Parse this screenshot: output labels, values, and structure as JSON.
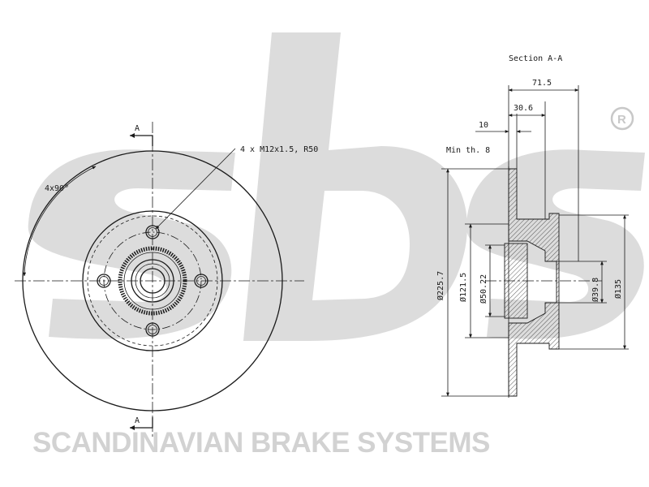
{
  "watermark": {
    "brand_text": "SCANDINAVIAN BRAKE SYSTEMS",
    "registered_mark": "R"
  },
  "front_view": {
    "section_label_top": "A",
    "section_label_bottom": "A",
    "bolt_callout": "4 x M12x1.5, R50",
    "angle_label": "4x90°"
  },
  "section_view": {
    "title": "Section A-A",
    "dimensions": {
      "overall_height": "71.5",
      "hub_offset": "30.6",
      "disc_thickness": "10",
      "min_thickness": "Min th. 8",
      "outer_diameter": "Ø225.7",
      "pcd_diameter": "Ø121.5",
      "bore_diameter": "Ø50.22",
      "center_diameter": "Ø39.8",
      "hat_diameter": "Ø135"
    }
  }
}
